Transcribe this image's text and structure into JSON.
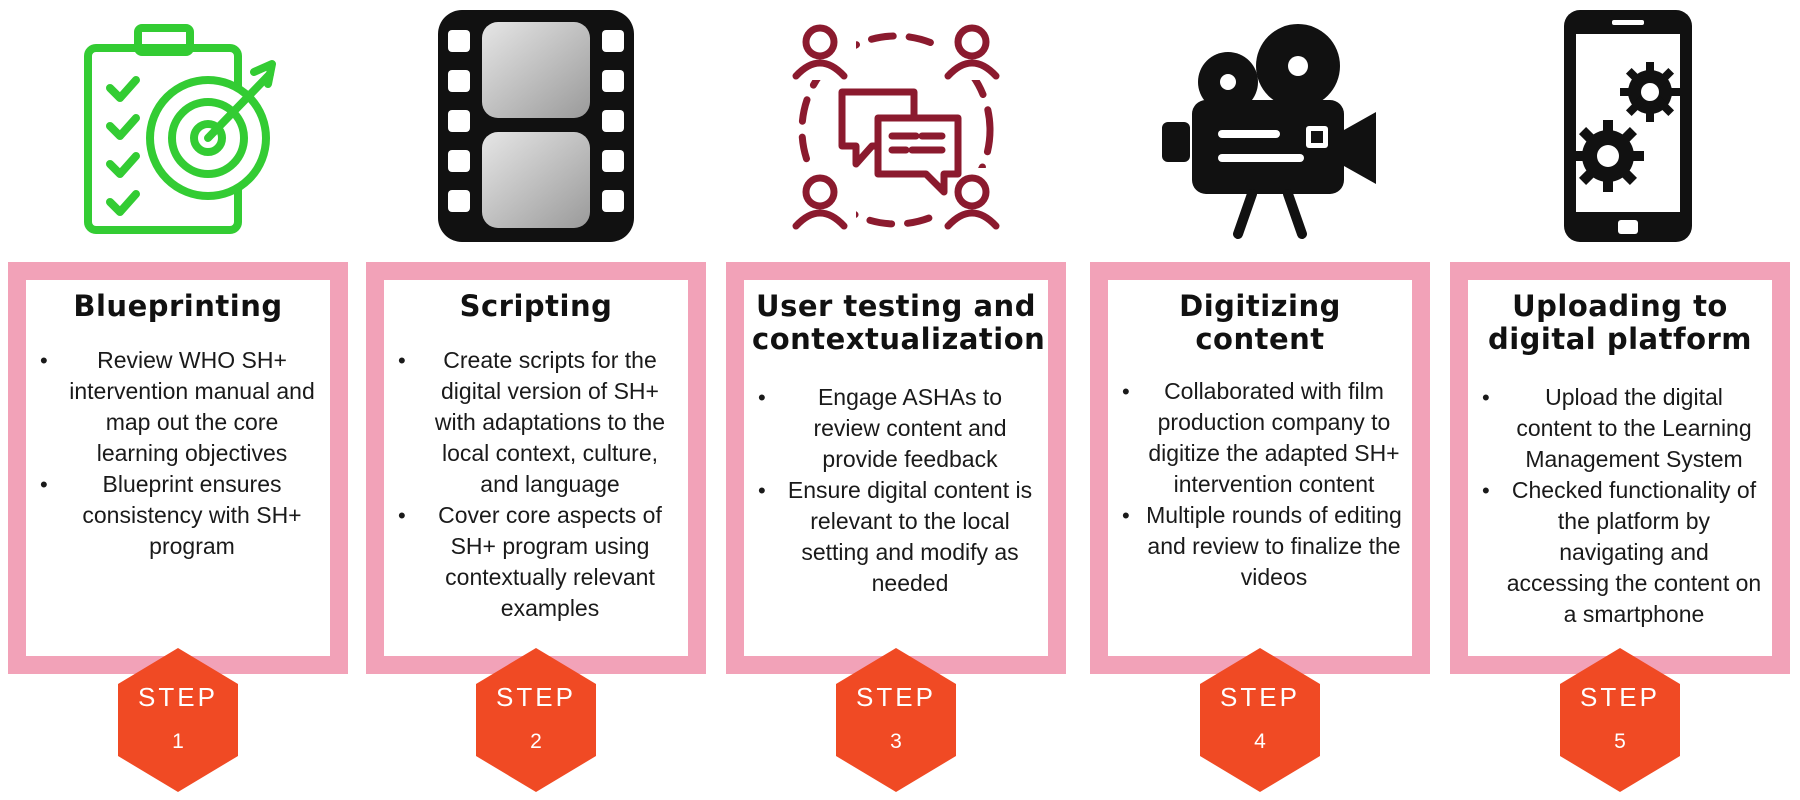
{
  "colors": {
    "card_border": "#f2a2b8",
    "badge": "#f04a24",
    "icon_green": "#33cc33",
    "icon_maroon": "#8b1a2e",
    "icon_black": "#000000"
  },
  "steps": [
    {
      "icon": "clipboard-target-icon",
      "title": "Blueprinting",
      "bullets": [
        "Review WHO SH+ intervention manual and map out the core learning objectives",
        "Blueprint ensures consistency with SH+ program"
      ],
      "badge_label": "STEP",
      "badge_number": "1"
    },
    {
      "icon": "film-strip-icon",
      "title": "Scripting",
      "bullets": [
        "Create scripts for the digital version of SH+ with adaptations to the local context, culture, and language",
        "Cover core aspects of SH+ program using contextually relevant examples"
      ],
      "badge_label": "STEP",
      "badge_number": "2"
    },
    {
      "icon": "group-discussion-icon",
      "title": "User testing and contextualization",
      "bullets": [
        "Engage ASHAs to review content and provide feedback",
        "Ensure digital content is relevant to the local setting and modify as needed"
      ],
      "badge_label": "STEP",
      "badge_number": "3"
    },
    {
      "icon": "film-camera-icon",
      "title": "Digitizing content",
      "bullets": [
        "Collaborated with film production company to digitize the adapted SH+ intervention content",
        "Multiple rounds of editing and review to finalize the videos"
      ],
      "badge_label": "STEP",
      "badge_number": "4"
    },
    {
      "icon": "smartphone-gears-icon",
      "title": "Uploading to digital platform",
      "bullets": [
        "Upload the digital content to the Learning Management System",
        "Checked functionality of the platform by navigating and accessing the content on a smartphone"
      ],
      "badge_label": "STEP",
      "badge_number": "5"
    }
  ]
}
